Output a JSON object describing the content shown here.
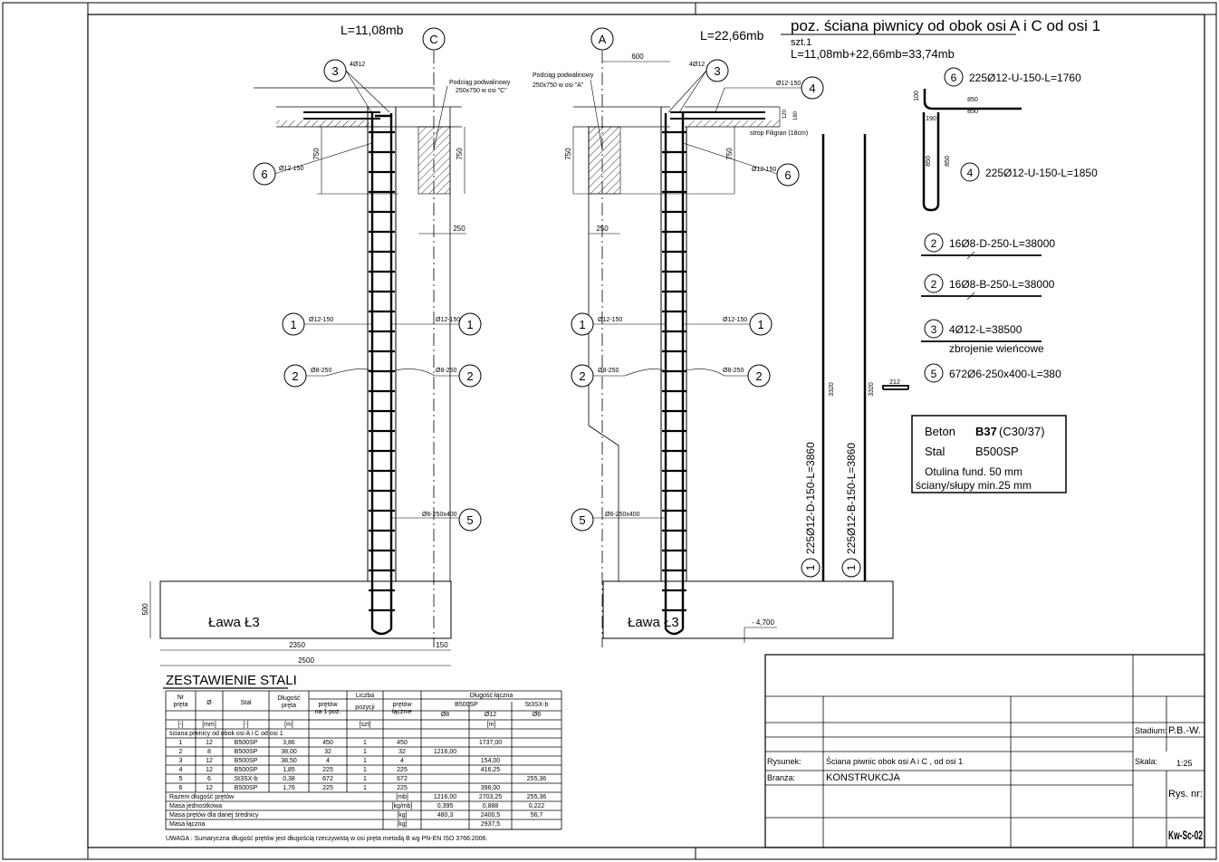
{
  "header": {
    "title": "poz. ściana piwnicy od obok osi A i C od osi 1",
    "szt": "szt.1",
    "length_formula": "L=11,08mb+22,66mb=33,74mb"
  },
  "left_section": {
    "length": "L=11,08mb",
    "axis": "C",
    "beam_note_1": "Podciąg podwalinowy",
    "beam_note_2": "250x750 w osi \"C\"",
    "bar_top": "4Ø12",
    "stirrup_6": "Ø12-150",
    "stirrup_1_left": "Ø12-150",
    "stirrup_1_right": "Ø12-150",
    "stirrup_2_left": "Ø8-250",
    "stirrup_2_right": "Ø8-250",
    "bar_5": "Ø6-250x400",
    "dim_750a": "750",
    "dim_750b": "750",
    "dim_250": "250",
    "dim_500": "500",
    "dim_2350": "2350",
    "dim_150": "150",
    "dim_2500": "2500",
    "footing": "Ława Ł3"
  },
  "right_section": {
    "length": "L=22,66mb",
    "axis": "A",
    "beam_note_1": "Podciąg podwalinowy",
    "beam_note_2": "250x750 w osi \"A\"",
    "dim_600": "600",
    "bar_top": "4Ø12",
    "bar_4": "Ø12-150",
    "dim_120": "120",
    "dim_180": "180",
    "strop": "strop Filigran (18cm)",
    "stirrup_6": "Ø12-150",
    "stirrup_1_left": "Ø12-150",
    "stirrup_1_right": "Ø12-150",
    "stirrup_2_left": "Ø8-250",
    "stirrup_2_right": "Ø8-250",
    "bar_5": "Ø6-250x400",
    "dim_750a": "750",
    "dim_750b": "750",
    "dim_250": "250",
    "footing": "Ława Ł3",
    "level": "- 4,700"
  },
  "bars": {
    "b6": "225Ø12-U-150-L=1760",
    "b6_d100": "100",
    "b6_d850a": "850",
    "b6_d850b": "850",
    "b6_d190": "190",
    "b4": "225Ø12-U-150-L=1850",
    "b4_d850a": "850",
    "b4_d850b": "850",
    "b2a": "16Ø8-D-250-L=38000",
    "b2b": "16Ø8-B-250-L=38000",
    "b3": "4Ø12-L=38500",
    "b3_note": "zbrojenie wieńcowe",
    "b5": "672Ø6-250x400-L=380",
    "b5_d212": "212",
    "b1a": "225Ø12-D-150-L=3860",
    "b1b": "225Ø12-B-150-L=3860",
    "d3320a": "3320",
    "d3320b": "3320"
  },
  "materials": {
    "beton_label": "Beton",
    "beton_value": "B37",
    "beton_class": "(C30/37)",
    "stal_label": "Stal",
    "stal_value": "B500SP",
    "otulina": "Otulina fund.  50 mm",
    "sciany": "ściany/słupy  min.25 mm"
  },
  "steel_table": {
    "title": "ZESTAWIENIE STALI",
    "h_nr": "Nr",
    "h_nr2": "pręta",
    "h_fi": "Ø",
    "h_stal": "Stal",
    "h_dl": "Długość",
    "h_dl2": "pręta",
    "h_liczba": "Liczba",
    "h_pretow": "prętów",
    "h_pretow2": "na 1 poz.",
    "h_pozycji": "pozycji",
    "h_pretow_t": "prętów",
    "h_pretow_t2": "łącznie",
    "h_dl_tot": "Długość łączna",
    "h_b500": "B500SP",
    "h_st3": "St3SX-b",
    "h_d8": "Ø8",
    "h_d12": "Ø12",
    "h_d6": "Ø6",
    "u1": "[-]",
    "u2": "[mm]",
    "u3": "[-]",
    "u4": "[m]",
    "u5": "[szt]",
    "u6": "[m]",
    "section": "ściana piwnicy od obok osi A i C od osi 1",
    "rows": [
      [
        "1",
        "12",
        "B500SP",
        "3,86",
        "450",
        "1",
        "450",
        "",
        "1737,00",
        ""
      ],
      [
        "2",
        "8",
        "B500SP",
        "38,00",
        "32",
        "1",
        "32",
        "1216,00",
        "",
        ""
      ],
      [
        "3",
        "12",
        "B500SP",
        "38,50",
        "4",
        "1",
        "4",
        "",
        "154,00",
        ""
      ],
      [
        "4",
        "12",
        "B500SP",
        "1,85",
        "225",
        "1",
        "225",
        "",
        "416,25",
        ""
      ],
      [
        "5",
        "6",
        "St3SX-b",
        "0,38",
        "672",
        "1",
        "672",
        "",
        "",
        "255,36"
      ],
      [
        "6",
        "12",
        "B500SP",
        "1,76",
        "225",
        "1",
        "225",
        "",
        "396,00",
        ""
      ]
    ],
    "sum_rows": [
      [
        "Razem długość prętów",
        "[mb]",
        "1216,00",
        "2703,25",
        "255,36"
      ],
      [
        "Masa jednostkowa",
        "[kg/mb]",
        "0,395",
        "0,888",
        "0,222"
      ],
      [
        "Masa prętów dla danej średnicy",
        "[kg]",
        "480,3",
        "2400,5",
        "56,7"
      ],
      [
        "Masa łączna",
        "[kg]",
        "",
        "2937,5",
        ""
      ]
    ],
    "note": "UWAGA : Sumaryczna długość prętów jest długością rzeczywistą w osi pręta   metodą B wg PN-EN ISO 3766:2006."
  },
  "title_block": {
    "stadium_label": "Stadium:",
    "stadium_value": "P.B.-W.",
    "rysunek_label": "Rysunek:",
    "rysunek_value": "Ściana piwnic obok osi A i C , od osi 1",
    "skala_label": "Skala:",
    "skala_value": "1:25",
    "branza_label": "Branża:",
    "branza_value": "KONSTRUKCJA",
    "rysnr_label": "Rys. nr:",
    "rysnr_value": "Kw-Sc-02"
  },
  "markers": {
    "m1": "1",
    "m2": "2",
    "m3": "3",
    "m4": "4",
    "m5": "5",
    "m6": "6"
  }
}
